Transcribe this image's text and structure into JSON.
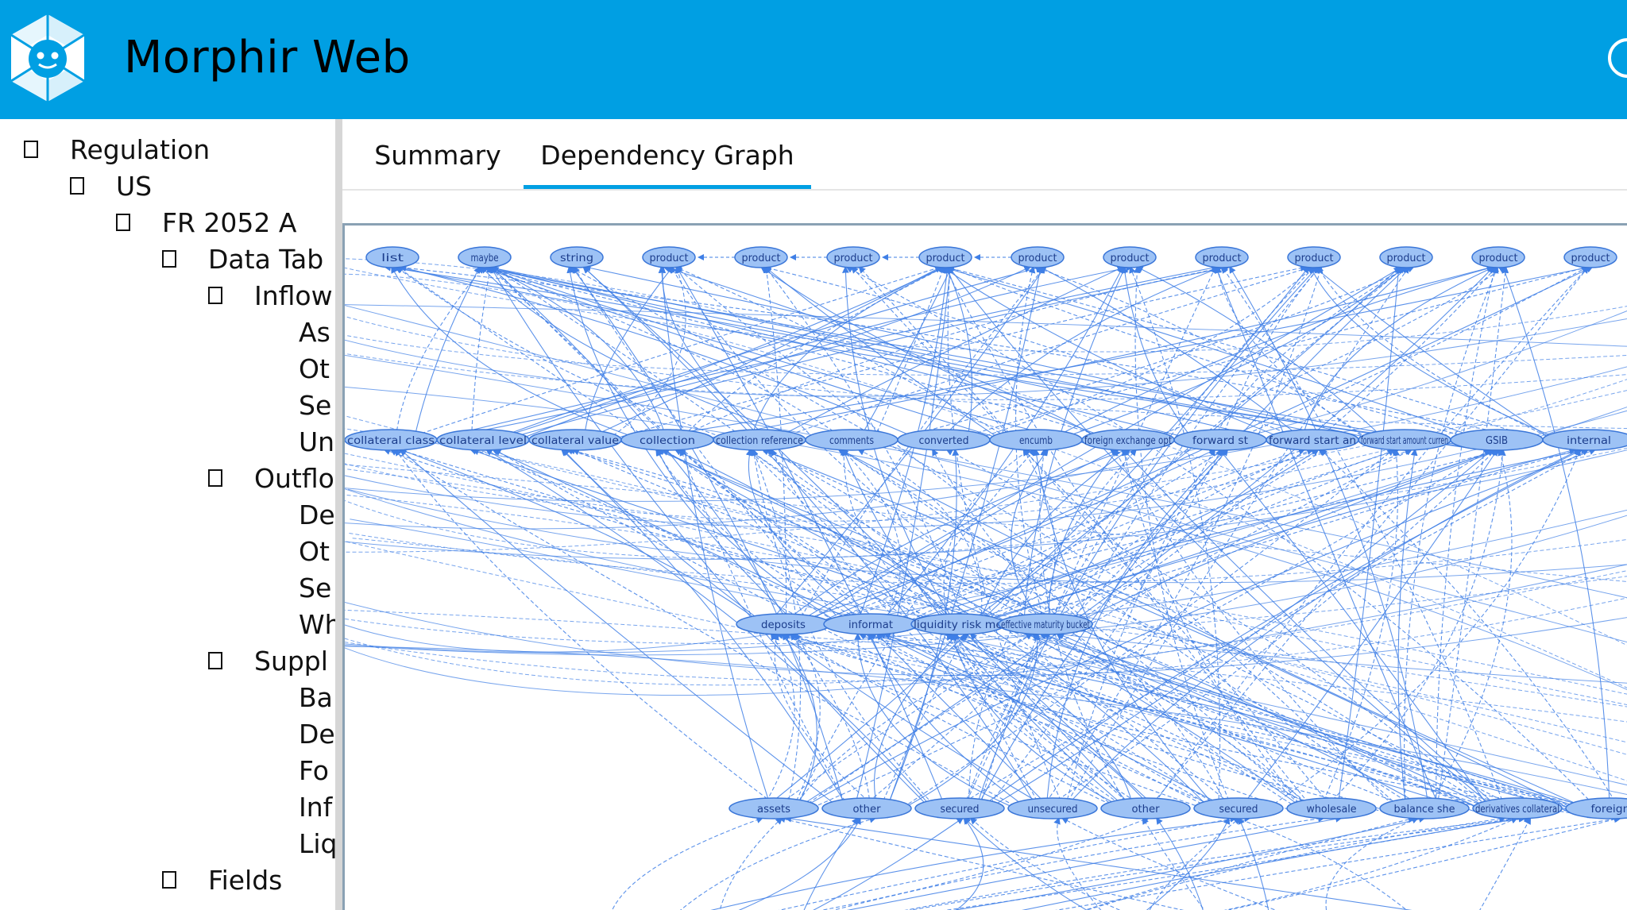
{
  "header": {
    "title": "Morphir Web",
    "logo_icon": "morphir-logo-icon",
    "background": "#009fe3"
  },
  "tree": [
    {
      "label": "Regulation",
      "level": 0,
      "toggle": true
    },
    {
      "label": "US",
      "level": 1,
      "toggle": true
    },
    {
      "label": "FR 2052 A",
      "level": 2,
      "toggle": true
    },
    {
      "label": "Data Tab",
      "level": 3,
      "toggle": true
    },
    {
      "label": "Inflow",
      "level": 4,
      "toggle": true
    },
    {
      "label": "As",
      "level": 5,
      "toggle": false
    },
    {
      "label": "Ot",
      "level": 5,
      "toggle": false
    },
    {
      "label": "Se",
      "level": 5,
      "toggle": false
    },
    {
      "label": "Un",
      "level": 5,
      "toggle": false
    },
    {
      "label": "Outflo",
      "level": 4,
      "toggle": true
    },
    {
      "label": "De",
      "level": 5,
      "toggle": false
    },
    {
      "label": "Ot",
      "level": 5,
      "toggle": false
    },
    {
      "label": "Se",
      "level": 5,
      "toggle": false
    },
    {
      "label": "Wh",
      "level": 5,
      "toggle": false
    },
    {
      "label": "Suppl",
      "level": 4,
      "toggle": true
    },
    {
      "label": "Ba",
      "level": 5,
      "toggle": false
    },
    {
      "label": "De",
      "level": 5,
      "toggle": false
    },
    {
      "label": "Fo",
      "level": 5,
      "toggle": false
    },
    {
      "label": "Inf",
      "level": 5,
      "toggle": false
    },
    {
      "label": "Liq",
      "level": 5,
      "toggle": false
    },
    {
      "label": "Fields",
      "level": 3,
      "toggle": true
    }
  ],
  "tabs": [
    {
      "label": "Summary",
      "active": false
    },
    {
      "label": "Dependency Graph",
      "active": true
    }
  ],
  "graph": {
    "edge_color": "#3f7fe6",
    "node_fill": "#9dc2f5",
    "node_stroke": "#3a76d8",
    "rows": [
      [
        "list",
        "maybe",
        "string",
        "product",
        "product",
        "product",
        "product",
        "product",
        "product",
        "product",
        "product",
        "product",
        "product",
        "product"
      ],
      [
        "collateral class",
        "collateral level",
        "collateral value",
        "collection",
        "collection reference",
        "comments",
        "converted",
        "encumb",
        "foreign exchange opt",
        "forward st",
        "forward start an",
        "forward start amount curren",
        "GSIB",
        "internal"
      ],
      [
        "deposits",
        "informat",
        "liquidity risk me",
        "effective maturity bucket"
      ],
      [
        "assets",
        "other",
        "secured",
        "unsecured",
        "other",
        "secured",
        "wholesale",
        "balance she",
        "derivatives collateral",
        "foreign"
      ]
    ]
  }
}
